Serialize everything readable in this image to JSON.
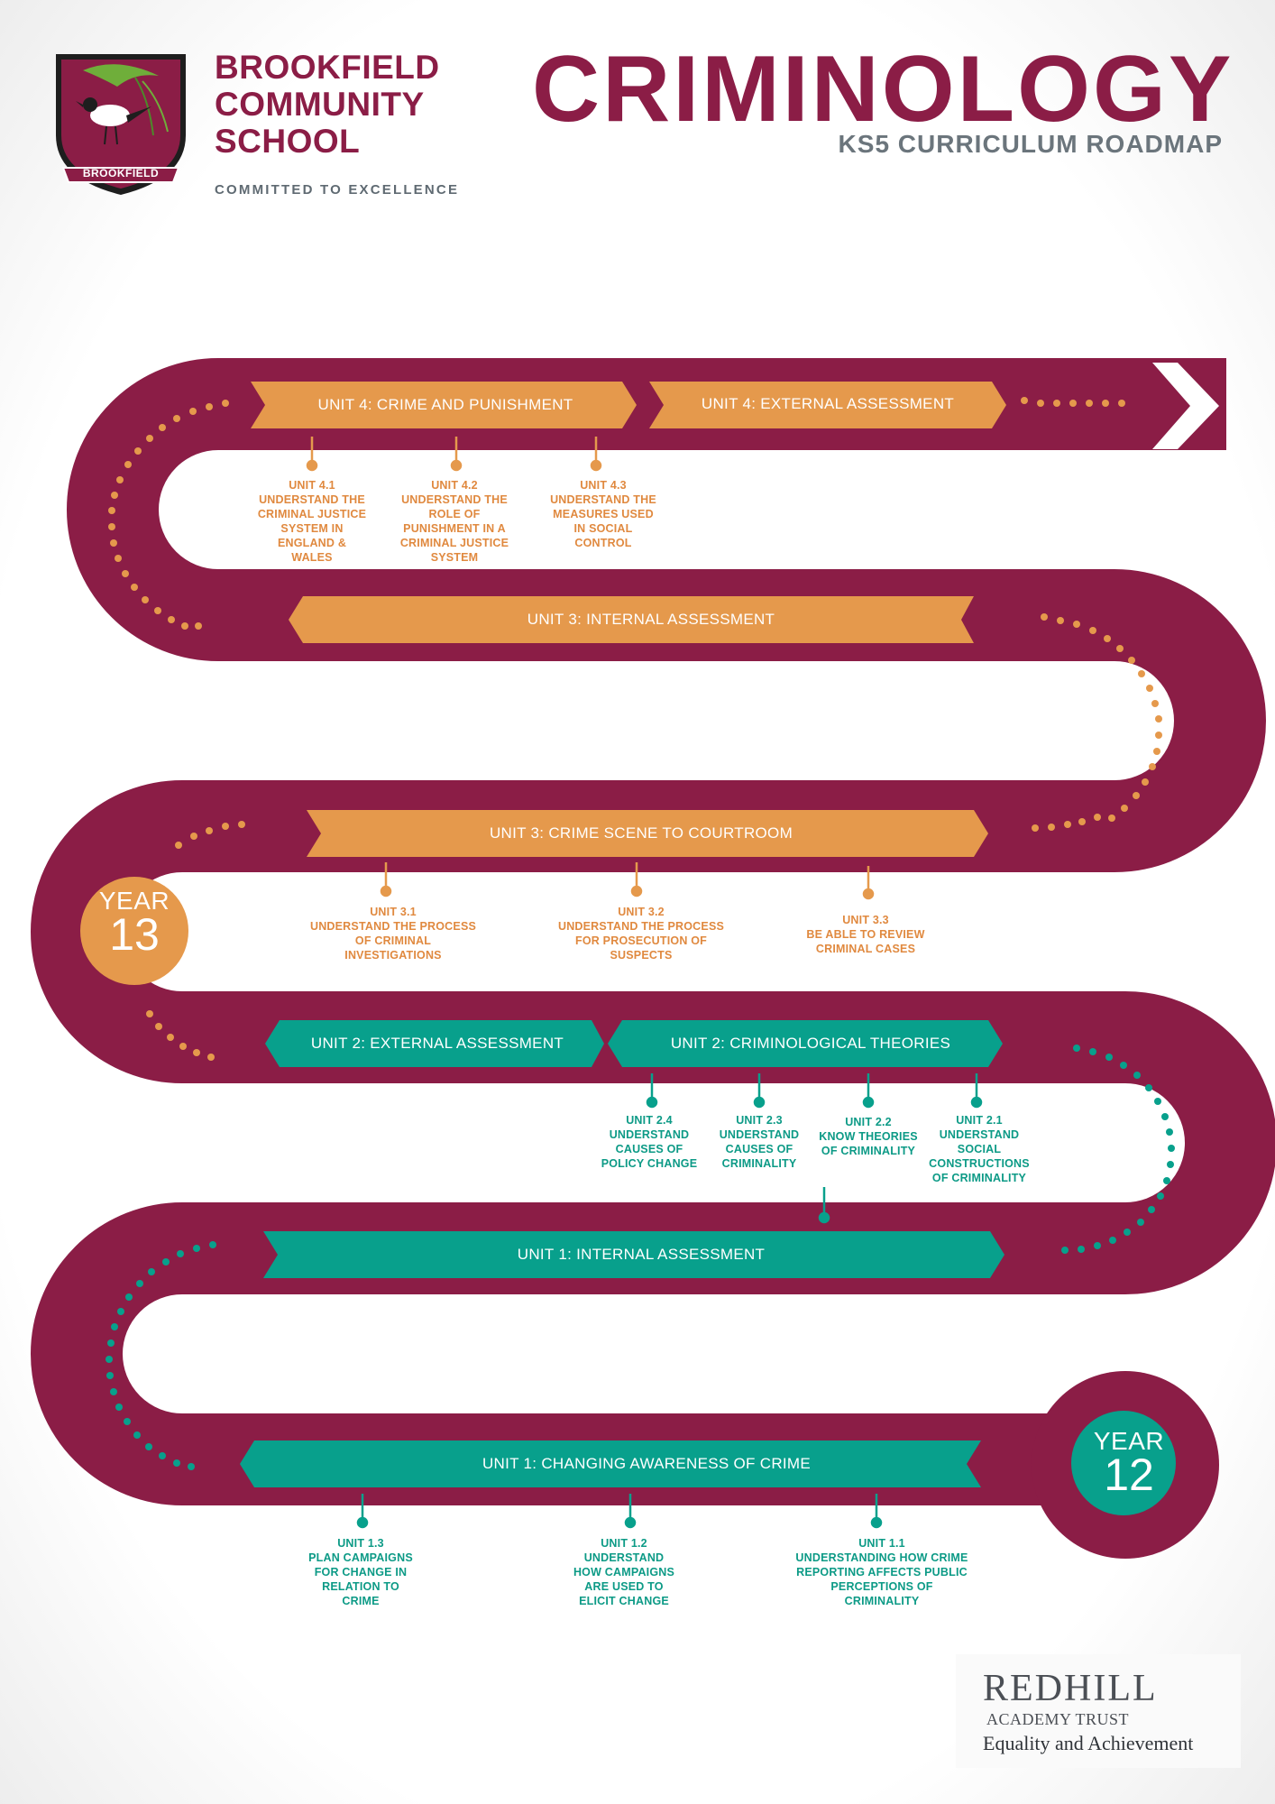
{
  "header": {
    "school_line1": "BROOKFIELD",
    "school_line2": "COMMUNITY",
    "school_line3": "SCHOOL",
    "tagline": "COMMITTED TO EXCELLENCE",
    "crest_text": "BROOKFIELD",
    "title": "CRIMINOLOGY",
    "subtitle": "KS5 CURRICULUM ROADMAP"
  },
  "colors": {
    "road": "#8b1d46",
    "orange": "#e5994c",
    "teal": "#08a08c"
  },
  "banners": {
    "u4_crime": "UNIT 4: CRIME AND PUNISHMENT",
    "u4_ext": "UNIT 4: EXTERNAL ASSESSMENT",
    "u3_int": "UNIT 3: INTERNAL ASSESSMENT",
    "u3_scene": "UNIT 3: CRIME SCENE TO COURTROOM",
    "u2_ext": "UNIT 2: EXTERNAL ASSESSMENT",
    "u2_theories": "UNIT 2: CRIMINOLOGICAL THEORIES",
    "u1_int": "UNIT 1: INTERNAL ASSESSMENT",
    "u1_change": "UNIT 1: CHANGING AWARENESS OF CRIME"
  },
  "units": {
    "u41": [
      "UNIT 4.1",
      "UNDERSTAND THE",
      "CRIMINAL JUSTICE",
      "SYSTEM IN",
      "ENGLAND &",
      "WALES"
    ],
    "u42": [
      "UNIT 4.2",
      "UNDERSTAND THE",
      "ROLE OF",
      "PUNISHMENT IN A",
      "CRIMINAL JUSTICE",
      "SYSTEM"
    ],
    "u43": [
      "UNIT 4.3",
      "UNDERSTAND THE",
      "MEASURES USED",
      "IN SOCIAL",
      "CONTROL"
    ],
    "u31": [
      "UNIT 3.1",
      "UNDERSTAND THE PROCESS",
      "OF CRIMINAL",
      "INVESTIGATIONS"
    ],
    "u32": [
      "UNIT 3.2",
      "UNDERSTAND THE PROCESS",
      "FOR PROSECUTION OF",
      "SUSPECTS"
    ],
    "u33": [
      "UNIT 3.3",
      "BE ABLE TO REVIEW",
      "CRIMINAL CASES"
    ],
    "u24": [
      "UNIT 2.4",
      "UNDERSTAND",
      "CAUSES OF",
      "POLICY CHANGE"
    ],
    "u23": [
      "UNIT 2.3",
      "UNDERSTAND",
      "CAUSES OF",
      "CRIMINALITY"
    ],
    "u22": [
      "UNIT 2.2",
      "KNOW THEORIES",
      "OF CRIMINALITY"
    ],
    "u21": [
      "UNIT 2.1",
      "UNDERSTAND",
      "SOCIAL",
      "CONSTRUCTIONS",
      "OF CRIMINALITY"
    ],
    "u13": [
      "UNIT 1.3",
      "PLAN CAMPAIGNS",
      "FOR CHANGE IN",
      "RELATION TO",
      "CRIME"
    ],
    "u12": [
      "UNIT 1.2",
      "UNDERSTAND",
      "HOW CAMPAIGNS",
      "ARE USED TO",
      "ELICIT CHANGE"
    ],
    "u11": [
      "UNIT 1.1",
      "UNDERSTANDING HOW CRIME",
      "REPORTING AFFECTS PUBLIC",
      "PERCEPTIONS OF",
      "CRIMINALITY"
    ]
  },
  "year13": {
    "word": "YEAR",
    "number": "13"
  },
  "year12": {
    "word": "YEAR",
    "number": "12"
  },
  "trust": {
    "name": "REDHILL",
    "sub": "ACADEMY TRUST",
    "motto": "Equality and Achievement"
  }
}
